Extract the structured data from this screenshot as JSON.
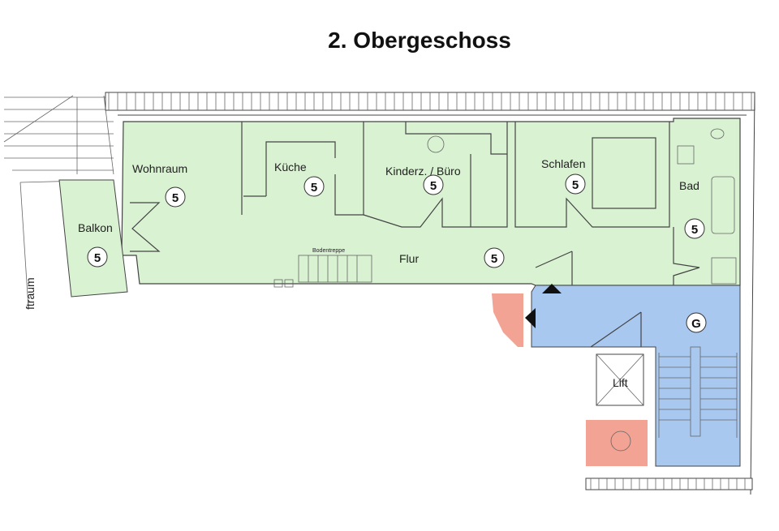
{
  "title": "2. Obergeschoss",
  "colors": {
    "apartment": "#d9f2d2",
    "common": "#a8c8f0",
    "shaft": "#f2a394",
    "wall": "#444444"
  },
  "rooms": [
    {
      "name": "Wohnraum",
      "badge": "5"
    },
    {
      "name": "Küche",
      "badge": "5"
    },
    {
      "name": "Kinderz. / Büro",
      "badge": "5"
    },
    {
      "name": "Schlafen",
      "badge": "5"
    },
    {
      "name": "Bad",
      "badge": "5"
    },
    {
      "name": "Balkon",
      "badge": "5"
    },
    {
      "name": "Flur",
      "badge": "5"
    }
  ],
  "common": {
    "name": "G"
  },
  "lift": "Lift",
  "attic_stair": "Bodentreppe",
  "side_label": "ftraum"
}
